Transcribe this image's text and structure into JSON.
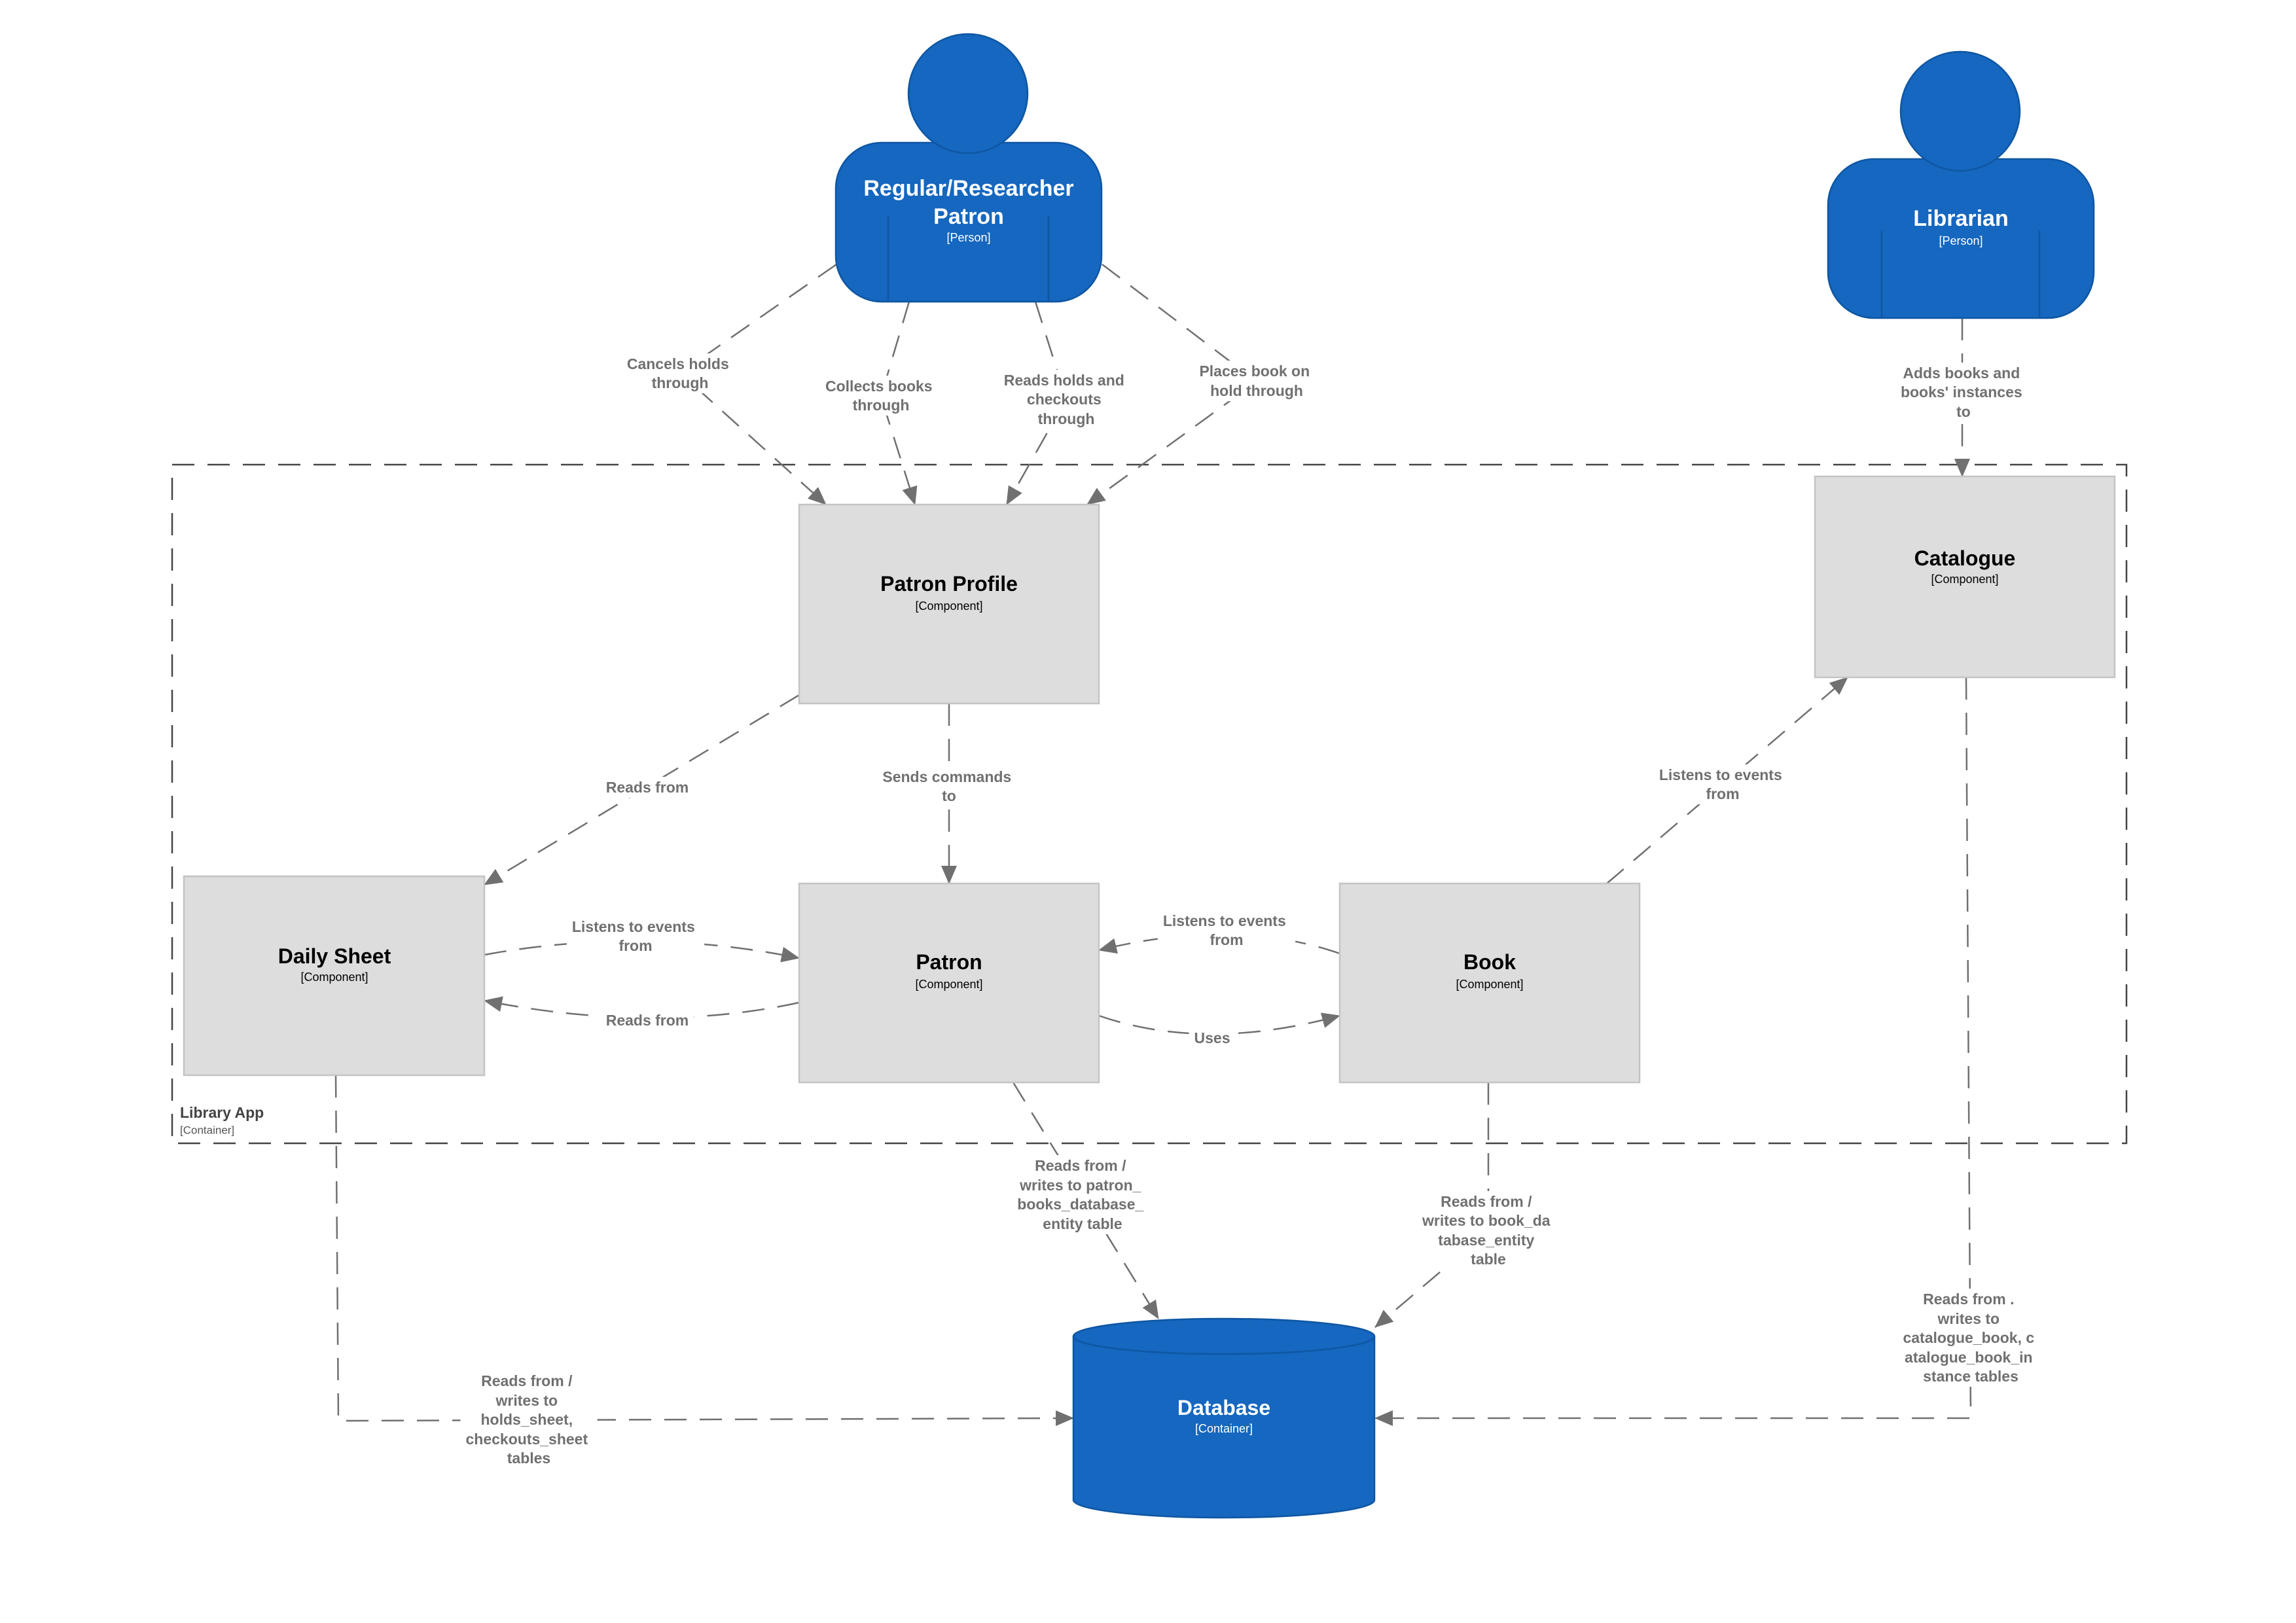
{
  "colors": {
    "person": "#1567bf",
    "person_stroke": "#0f56a3",
    "component": "#dddddd",
    "component_stroke": "#c4c4c4",
    "relationship": "#707070",
    "boundary": "#444444"
  },
  "people": {
    "patron": {
      "name_line1": "Regular/Researcher",
      "name_line2": "Patron",
      "type": "[Person]"
    },
    "librarian": {
      "name": "Librarian",
      "type": "[Person]"
    }
  },
  "container": {
    "name": "Library App",
    "type": "[Container]"
  },
  "components": {
    "patron_profile": {
      "name": "Patron Profile",
      "type": "[Component]"
    },
    "catalogue": {
      "name": "Catalogue",
      "type": "[Component]"
    },
    "daily_sheet": {
      "name": "Daily Sheet",
      "type": "[Component]"
    },
    "patron": {
      "name": "Patron",
      "type": "[Component]"
    },
    "book": {
      "name": "Book",
      "type": "[Component]"
    }
  },
  "database": {
    "name": "Database",
    "type": "[Container]"
  },
  "relationships": [
    {
      "label": [
        "Cancels holds",
        "through"
      ]
    },
    {
      "label": [
        "Collects books",
        "through"
      ]
    },
    {
      "label": [
        "Reads holds and",
        "checkouts",
        "through"
      ]
    },
    {
      "label": [
        "Places book on",
        "hold through"
      ]
    },
    {
      "label": [
        "Adds books and",
        "books' instances",
        "to"
      ]
    },
    {
      "label": [
        "Reads from"
      ]
    },
    {
      "label": [
        "Sends commands",
        "to"
      ]
    },
    {
      "label": [
        "Listens to events",
        "from"
      ]
    },
    {
      "label": [
        "Listens to events",
        "from"
      ]
    },
    {
      "label": [
        "Reads from"
      ]
    },
    {
      "label": [
        "Listens to events",
        "from"
      ]
    },
    {
      "label": [
        "Uses"
      ]
    },
    {
      "label": [
        "Reads from /",
        "writes to patron_",
        "books_database_",
        "entity table"
      ]
    },
    {
      "label": [
        "Reads from /",
        "writes to book_da",
        "tabase_entity",
        "table"
      ]
    },
    {
      "label": [
        "Reads from .",
        "writes to",
        "catalogue_book, c",
        "atalogue_book_in",
        "stance tables"
      ]
    },
    {
      "label": [
        "Reads from /",
        "writes to",
        "holds_sheet,",
        "checkouts_sheet",
        "tables"
      ]
    }
  ]
}
